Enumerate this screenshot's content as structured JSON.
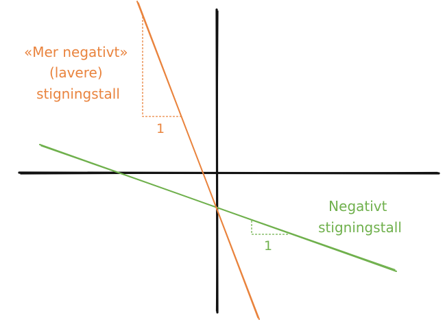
{
  "colors": {
    "background": "#ffffff",
    "axes": "#111111",
    "steep_line": "#e9833d",
    "shallow_line": "#6fb04c"
  },
  "steep_line": {
    "label_lines": [
      "«Mer negativt»",
      "(lavere)",
      "stigningstall"
    ],
    "run_label": "1"
  },
  "shallow_line": {
    "label_lines": [
      "Negativt",
      "stigningstall"
    ],
    "run_label": "1"
  }
}
